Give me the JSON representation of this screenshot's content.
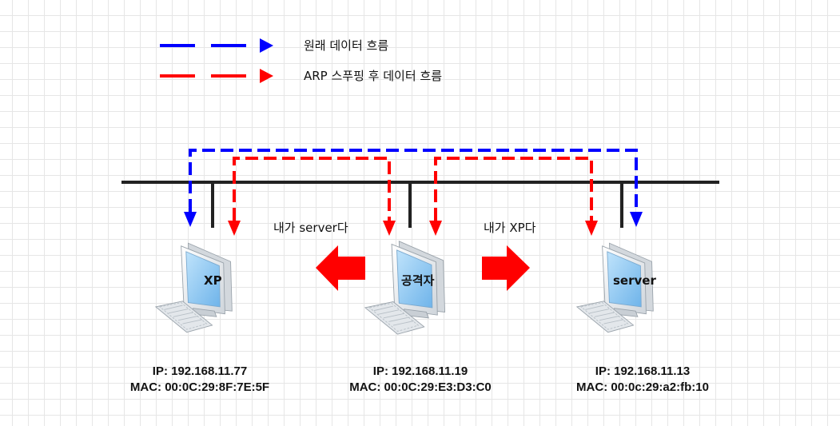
{
  "legend": {
    "original": {
      "label": "원래 데이터 흐름",
      "color": "#0000ff"
    },
    "spoofed": {
      "label": "ARP 스푸핑 후 데이터 흐름",
      "color": "#ff0000"
    }
  },
  "hosts": {
    "xp": {
      "screen_label": "XP",
      "ip": "IP: 192.168.11.77",
      "mac": "MAC: 00:0C:29:8F:7E:5F"
    },
    "attacker": {
      "screen_label": "공격자",
      "ip": "IP: 192.168.11.19",
      "mac": "MAC: 00:0C:29:E3:D3:C0"
    },
    "server": {
      "screen_label": "server",
      "ip": "IP: 192.168.11.13",
      "mac": "MAC: 00:0c:29:a2:fb:10"
    }
  },
  "claims": {
    "to_xp": "내가 server다",
    "to_server": "내가 XP다"
  },
  "colors": {
    "bus": "#222222",
    "arrow_fill": "#ff0000",
    "monitor_frame": "#e9ecef",
    "monitor_screen": "#8fc7f2"
  }
}
